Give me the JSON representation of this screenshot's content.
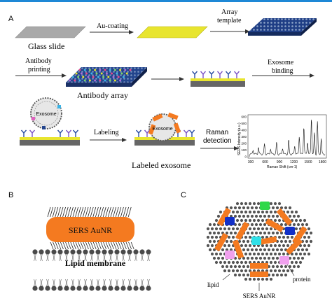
{
  "panel_labels": {
    "a": "A",
    "b": "B",
    "c": "C"
  },
  "workflow": {
    "glass_slide": "Glass slide",
    "au_coating": "Au-coating",
    "array_template_line1": "Array",
    "array_template_line2": "template",
    "antibody_printing_line1": "Antibody",
    "antibody_printing_line2": "printing",
    "antibody_array": "Antibody array",
    "exosome_binding_line1": "Exosome",
    "exosome_binding_line2": "binding",
    "exosome": "Exosome",
    "labeling": "Labeling",
    "raman_detection_line1": "Raman",
    "raman_detection_line2": "detection",
    "labeled_exosome": "Labeled exosome"
  },
  "spectrum": {
    "ylabel": "SERS Intensity (a.u.)",
    "xlabel": "Raman Shift (cm-1)",
    "x_ticks": [
      "300",
      "600",
      "900",
      "1200",
      "1500",
      "1800"
    ],
    "y_ticks": [
      "0",
      "100",
      "200",
      "300",
      "400",
      "500",
      "600"
    ]
  },
  "panel_b": {
    "sers_aunr": "SERS AuNR",
    "lipid_membrane": "Lipid membrane"
  },
  "panel_c": {
    "lipid": "lipid",
    "protein": "protein",
    "sers_aunr": "SERS AuNR"
  },
  "colors": {
    "top_rule": "#1e88d6",
    "gold": "#e3e02a",
    "aunr": "#f47a20",
    "slide": "#a6a6a6",
    "array_blue": "#1e3f86"
  }
}
